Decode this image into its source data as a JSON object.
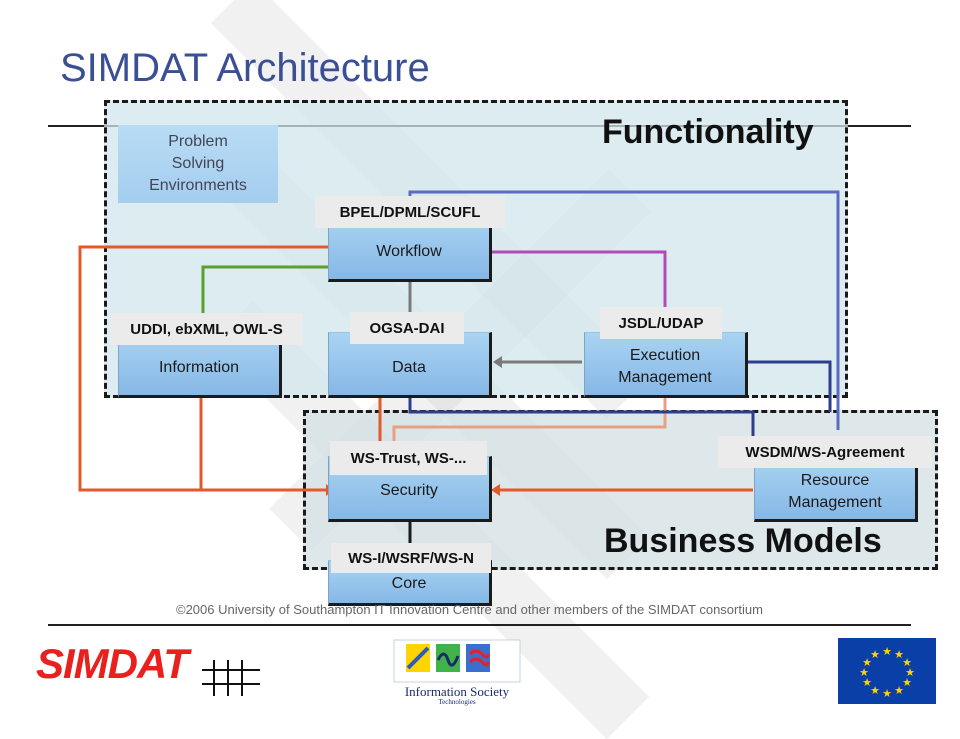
{
  "title": "SIMDAT Architecture",
  "regions": {
    "functionality": "Functionality",
    "business_models": "Business Models"
  },
  "components": {
    "pse": [
      "Problem",
      "Solving",
      "Environments"
    ],
    "workflow": "Workflow",
    "information": "Information",
    "data": "Data",
    "execution": [
      "Execution",
      "Management"
    ],
    "security": "Security",
    "resource": [
      "Resource",
      "Management"
    ],
    "core": "Core"
  },
  "tags": {
    "workflow": "BPEL/DPML/SCUFL",
    "information": "UDDI, ebXML, OWL-S",
    "data": "OGSA-DAI",
    "execution": "JSDL/UDAP",
    "security": "WS-Trust, WS-...",
    "resource": "WSDM/WS-Agreement",
    "core": "WS-I/WSRF/WS-N"
  },
  "footer": {
    "copyright": "©2006 University of Southampton IT Innovation Centre and other members of the SIMDAT consortium",
    "logo_text": "SIMDAT",
    "ist_title": "Information Society",
    "ist_subtitle": "Technologies"
  },
  "colors": {
    "title": "#3b4f95",
    "connector_orange": "#e05a2c",
    "connector_green": "#5aa02c",
    "connector_blue": "#5b6cc0",
    "connector_purple": "#b44ab8",
    "connector_grey": "#7a7a7a",
    "eu_flag": "#0b3fa8",
    "eu_stars": "#ffd400",
    "simdat_logo": "#e8211f"
  }
}
